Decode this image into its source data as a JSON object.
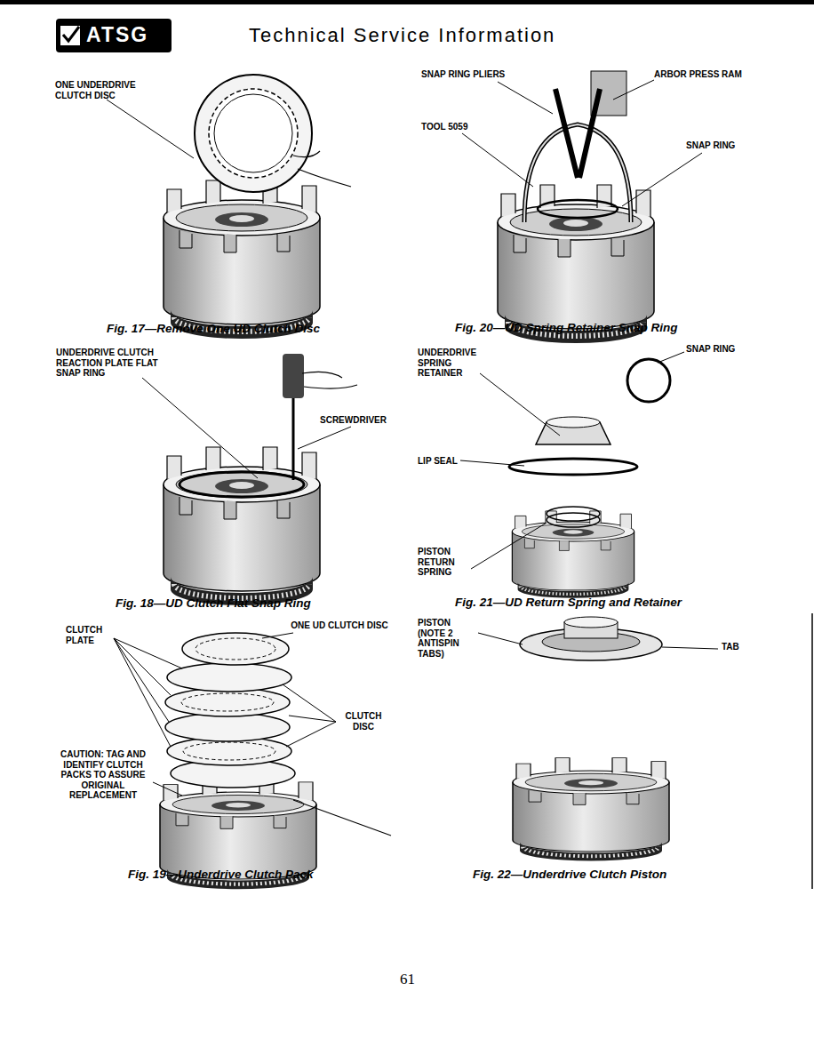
{
  "diagram": {
    "title": "Technical Service Information",
    "labels": [
      "ATSG",
      "ONE UNDERDRIVE CLUTCH DISC",
      "Fig. 17—Remove One UD Clutch Disc",
      "SNAP RING PLIERS",
      "ARBOR PRESS RAM",
      "TOOL 5059",
      "SNAP RING",
      "Fig. 20—UD Spring Retainer Snap Ring",
      "UNDERDRIVE CLUTCH REACTION PLATE FLAT SNAP RING",
      "SCREWDRIVER",
      "Fig. 18—UD Clutch Flat Snap Ring",
      "UNDERDRIVE SPRING RETAINER",
      "SNAP RING",
      "LIP SEAL",
      "PISTON RETURN SPRING",
      "Fig. 21—UD Return Spring and Retainer",
      "CLUTCH PLATE",
      "ONE UD CLUTCH DISC",
      "CLUTCH DISC",
      "CAUTION: TAG AND IDENTIFY CLUTCH PACKS TO ASSURE ORIGINAL REPLACEMENT",
      "Fig. 19—Underdrive Clutch Pack",
      "PISTON (NOTE 2 ANTISPIN TABS)",
      "TAB",
      "Fig. 22—Underdrive Clutch Piston",
      "61"
    ]
  }
}
